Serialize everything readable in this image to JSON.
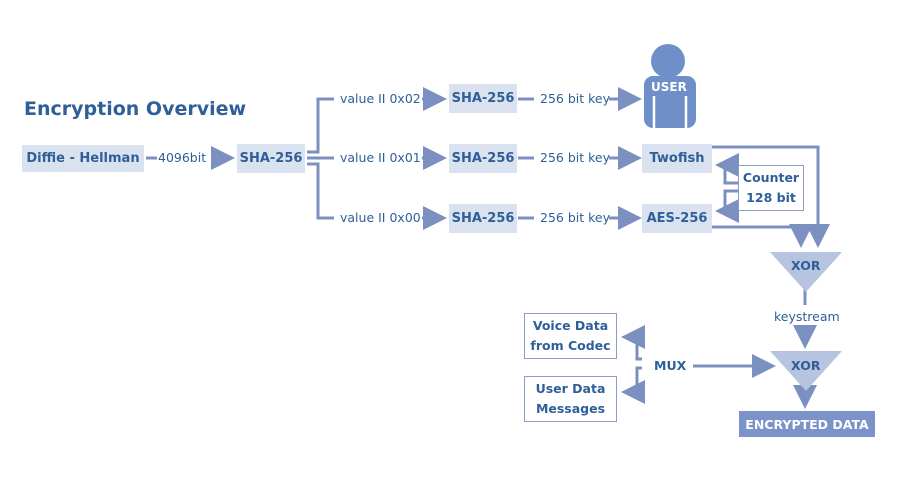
{
  "title": "Encryption Overview",
  "nodes": {
    "diffie_hellman": "Diffie - Hellman",
    "sha_main": "SHA-256",
    "sha_02": "SHA-256",
    "sha_01": "SHA-256",
    "sha_00": "SHA-256",
    "user": "USER",
    "twofish": "Twofish",
    "aes": "AES-256",
    "counter_line1": "Counter",
    "counter_line2": "128 bit",
    "xor_top": "XOR",
    "xor_bottom": "XOR",
    "mux": "MUX",
    "voice_line1": "Voice Data",
    "voice_line2": "from Codec",
    "userdata_line1": "User Data",
    "userdata_line2": "Messages",
    "encrypted": "ENCRYPTED DATA"
  },
  "labels": {
    "dh_bits": "4096bit",
    "value_02": "value II 0x02",
    "value_01": "value II 0x01",
    "value_00": "value II 0x00",
    "key_02": "256 bit key",
    "key_01": "256 bit key",
    "key_00": "256 bit key",
    "keystream": "keystream"
  },
  "colors": {
    "line": "#7b8fc0",
    "box_fill": "#dbe2ef",
    "text": "#2f5f99",
    "accent": "#7b93c8"
  }
}
